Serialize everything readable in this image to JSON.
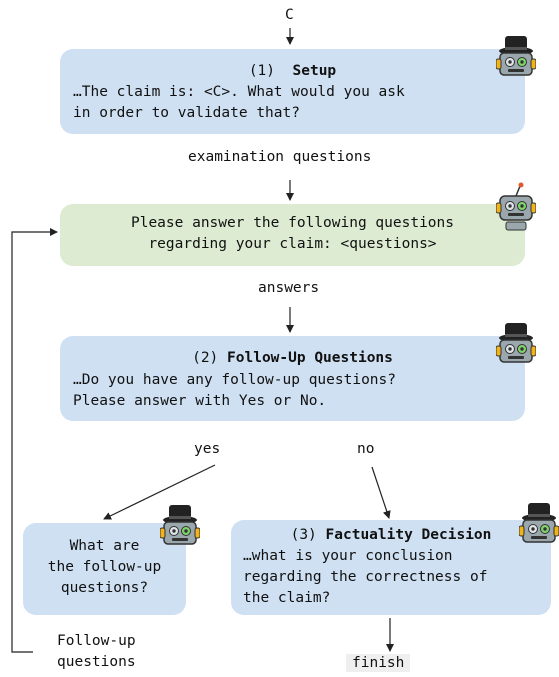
{
  "top_label": "C",
  "setup": {
    "title_num": "(1)",
    "title": "Setup",
    "line1": "…The claim is: <C>. What would you ask",
    "line2": "in order to validate that?"
  },
  "edge_examination": "examination questions",
  "answer_box": {
    "line1": "Please answer the following questions",
    "line2": "regarding your claim: <questions>"
  },
  "edge_answers": "answers",
  "followup": {
    "title_num": "(2)",
    "title": "Follow-Up Questions",
    "line1": "…Do you have any follow-up questions?",
    "line2": "Please answer with Yes or No."
  },
  "edge_yes": "yes",
  "edge_no": "no",
  "ask_box": {
    "line1": "What are",
    "line2": "the follow-up",
    "line3": "questions?"
  },
  "decision": {
    "title_num": "(3)",
    "title": "Factuality Decision",
    "line1": "…what is your conclusion",
    "line2": "regarding the correctness of",
    "line3": "the claim?"
  },
  "loop_label_1": "Follow-up",
  "loop_label_2": "questions",
  "finish": "finish",
  "icons": {
    "examiner": "robot-with-hat-icon",
    "examinee": "robot-with-antenna-icon"
  }
}
